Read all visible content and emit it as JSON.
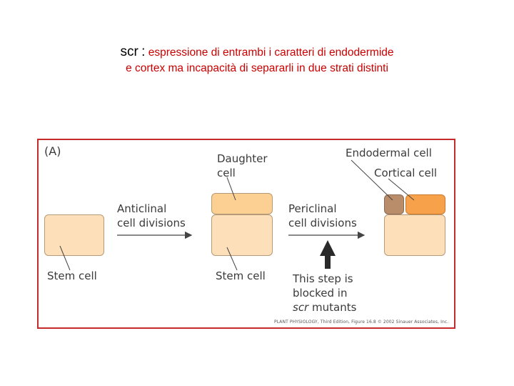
{
  "heading": {
    "gene": "scr",
    "colon": ":",
    "line1": "espressione di entrambi i caratteri di endodermide",
    "line2": "e cortex ma incapacità di separarli in due strati distinti"
  },
  "figure": {
    "panel_label": "(A)",
    "daughter_cell": [
      "Daughter",
      "cell"
    ],
    "anticlinal": [
      "Anticlinal",
      "cell divisions"
    ],
    "periclinal": [
      "Periclinal",
      "cell divisions"
    ],
    "endodermal_cell": "Endodermal cell",
    "cortical_cell": "Cortical cell",
    "stem_cell_left": "Stem cell",
    "stem_cell_middle": "Stem cell",
    "blocked_note": [
      "This step is",
      "blocked in"
    ],
    "blocked_gene": "scr",
    "blocked_word": "mutants",
    "credit": "PLANT PHYSIOLOGY, Third Edition, Figure 16.8 © 2002 Sinauer Associates, Inc.",
    "colors": {
      "stem": "#fde0b9",
      "daughter": "#fccf92",
      "endodermal": "#b98c6a",
      "cortical": "#f7a24a",
      "border": "#c72a2a"
    }
  }
}
